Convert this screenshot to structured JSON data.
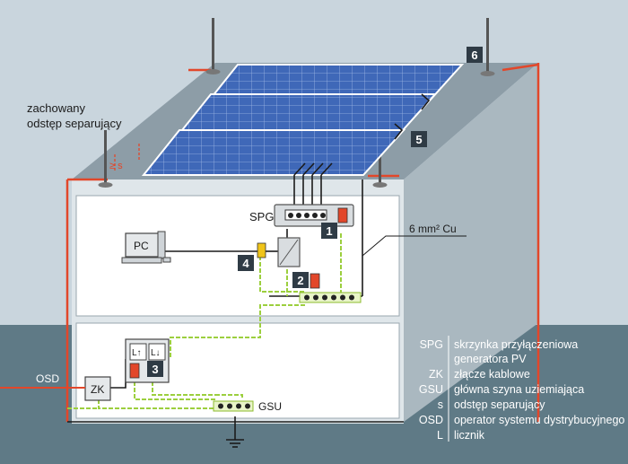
{
  "labels": {
    "separation_line1": "zachowany",
    "separation_line2": "odstęp separujący",
    "s_mark": "≥ s",
    "spg": "SPG",
    "pc": "PC",
    "cable": "6 mm² Cu",
    "zk": "ZK",
    "gsu": "GSU",
    "osd": "OSD",
    "meter_in": "L↑",
    "meter_out": "L↓"
  },
  "numbers": [
    "1",
    "2",
    "3",
    "4",
    "5",
    "6"
  ],
  "legend": [
    {
      "abbr": "SPG",
      "text": "skrzynka przyłączeniowa"
    },
    {
      "abbr": "",
      "text": "generatora PV"
    },
    {
      "abbr": "ZK",
      "text": "złącze kablowe"
    },
    {
      "abbr": "GSU",
      "text": "główna szyna uziemiająca"
    },
    {
      "abbr": "s",
      "text": "odstęp separujący"
    },
    {
      "abbr": "OSD",
      "text": "operator systemu dystrybucyjnego"
    },
    {
      "abbr": "L",
      "text": "licznik"
    }
  ],
  "colors": {
    "background": "#c9d5dd",
    "ground": "#5f7a86",
    "wall": "#dfe6ea",
    "interior": "#ffffff",
    "panel": "#3f68b8",
    "conductor": "#e2472a",
    "earth_wire": "#9ccf3e",
    "label_box": "#2f3b45"
  }
}
